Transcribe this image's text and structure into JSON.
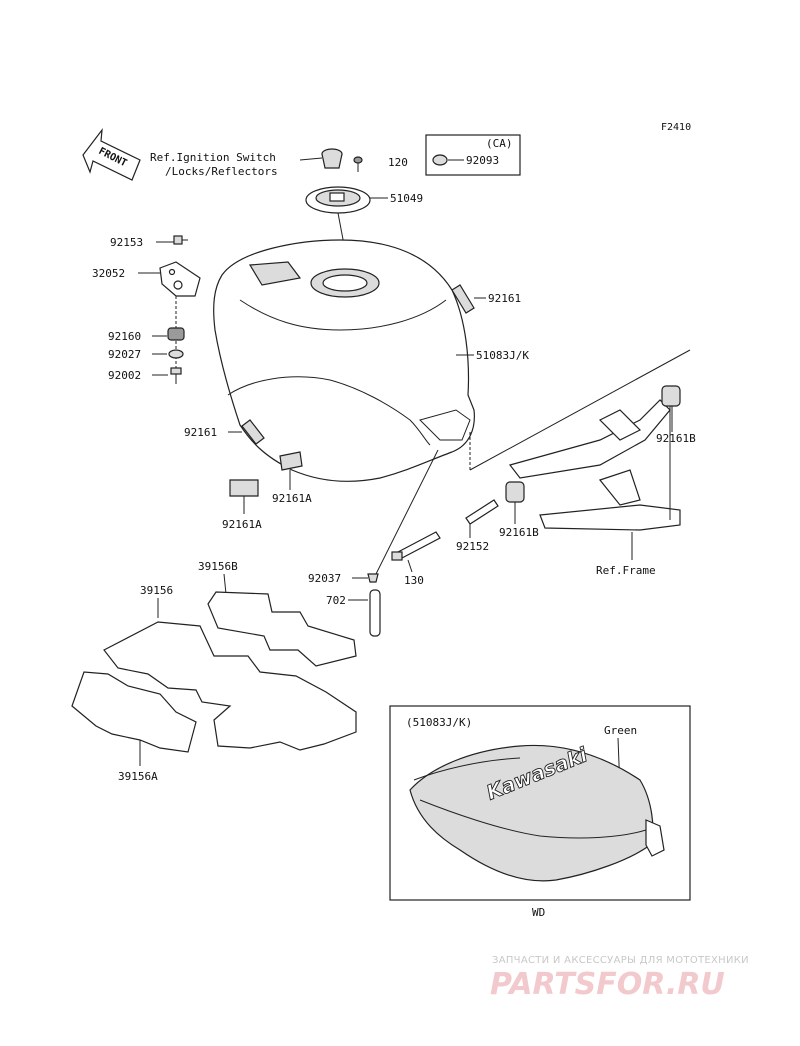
{
  "diagram_code": "F2410",
  "front_arrow_label": "FRONT",
  "ref_ignition": {
    "line1": "Ref.Ignition Switch",
    "line2": "/Locks/Reflectors"
  },
  "ca_box": {
    "title": "(CA)",
    "part": "92093"
  },
  "parts": {
    "p120": "120",
    "p51049": "51049",
    "p92153": "92153",
    "p32052": "32052",
    "p92161_top": "92161",
    "p51083": "51083J/K",
    "p92160": "92160",
    "p92027": "92027",
    "p92002": "92002",
    "p92161_left": "92161",
    "p92161b_top": "92161B",
    "p92161a_1": "92161A",
    "p92161a_2": "92161A",
    "p92152": "92152",
    "p92161b_mid": "92161B",
    "p92037": "92037",
    "p130": "130",
    "p702": "702",
    "p39156b": "39156B",
    "p39156": "39156",
    "p39156a": "39156A"
  },
  "ref_frame": "Ref.Frame",
  "inset": {
    "title": "(51083J/K)",
    "color_label": "Green",
    "tank_brand": "Kawasaki",
    "caption": "WD"
  },
  "watermark": {
    "top": "ЗАПЧАСТИ И АКСЕССУАРЫ ДЛЯ МОТОТЕХНИКИ",
    "brand": "PARTSFOR.RU"
  },
  "colors": {
    "line": "#222222",
    "watermark_brand": "#f2c9cc",
    "watermark_text": "#c8c8c8"
  }
}
